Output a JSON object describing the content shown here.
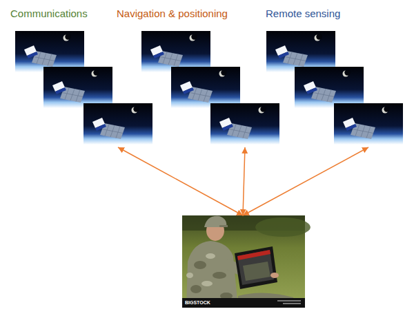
{
  "diagram": {
    "nodes": [
      {
        "text": [
          "Communications"
        ]
      },
      {
        "text": [
          "Navigation & positioning"
        ]
      },
      {
        "text": [
          "Remote sensing"
        ]
      },
      {
        "text": [
          "BIGSTOCK"
        ]
      }
    ],
    "edges": [
      {
        "from": 3,
        "to": 0,
        "arrow": "both"
      },
      {
        "from": 3,
        "to": 1,
        "arrow": "both"
      },
      {
        "from": 3,
        "to": 2,
        "arrow": "both"
      }
    ]
  }
}
